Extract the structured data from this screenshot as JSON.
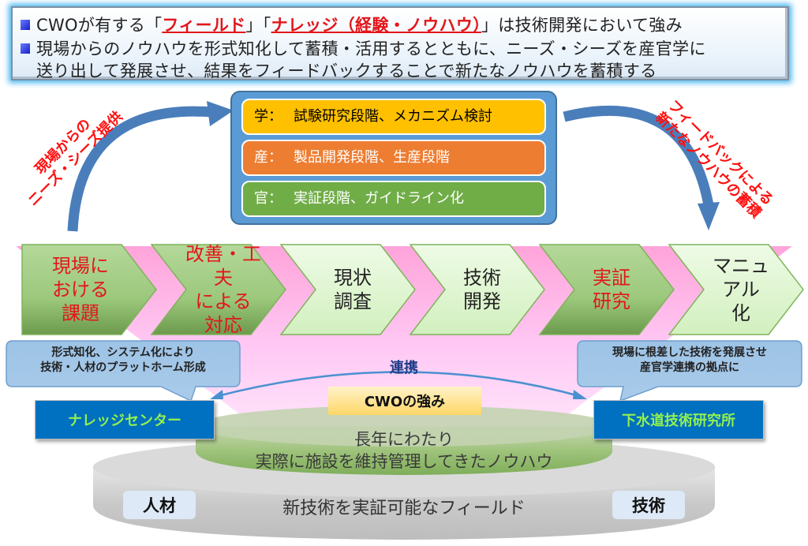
{
  "header": {
    "line1": {
      "prefix": "CWOが有する「",
      "field": "フィールド",
      "mid": "」「",
      "knowledge": "ナレッジ（経験・ノウハウ）",
      "suffix": "」は技術開発において強み"
    },
    "line2": "現場からのノウハウを形式知化して蓄積・活用するとともに、ニーズ・シーズを産官学に",
    "line3": "送り出して発展させ、結果をフィードバックすることで新たなノウハウを蓄積する"
  },
  "left_arc_label": {
    "line1": "現場からの",
    "line2": "ニーズ・シーズ提供"
  },
  "right_arc_label": {
    "line1": "フィードバックによる",
    "line2": "新たなノウハウの蓄積"
  },
  "sectors": [
    {
      "key": "学：",
      "text": "試験研究段階、メカニズム検討",
      "color": "#ffc000"
    },
    {
      "key": "産：",
      "text": "製品開発段階、生産段階",
      "color": "#ed7d31"
    },
    {
      "key": "官：",
      "text": "実証段階、ガイドライン化",
      "color": "#70ad47"
    }
  ],
  "process_steps": [
    {
      "lines": [
        "現場に",
        "おける",
        "課題"
      ],
      "highlight": true
    },
    {
      "lines": [
        "改善・工夫",
        "による",
        "対応"
      ],
      "highlight": true
    },
    {
      "lines": [
        "現状",
        "調査"
      ],
      "highlight": false
    },
    {
      "lines": [
        "技術",
        "開発"
      ],
      "highlight": false
    },
    {
      "lines": [
        "実証",
        "研究"
      ],
      "highlight": true
    },
    {
      "lines": [
        "マニュ",
        "アル",
        "化"
      ],
      "highlight": false
    }
  ],
  "callouts": {
    "left": {
      "line1": "形式知化、システム化により",
      "line2": "技術・人材のプラットホーム形成"
    },
    "right": {
      "line1": "現場に根差した技術を発展させ",
      "line2": "産官学連携の拠点に"
    }
  },
  "link_label": "連携",
  "strength_label": "CWOの強み",
  "knowledge_center": "ナレッジセンター",
  "research_institute": "下水道技術研究所",
  "platform": {
    "upper_line1": "長年にわたり",
    "upper_line2": "実際に施設を維持管理してきたノウハウ",
    "lower": "新技術を実証可能なフィールド",
    "tag_left": "人材",
    "tag_right": "技術"
  },
  "colors": {
    "accent_red": "#e3161b",
    "arrow_blue": "#4f81bd",
    "dark_box": "#0070c0",
    "dark_box_text": "#92f04f",
    "chevron_dark": "#a9d18e",
    "chevron_light": "#e2f5d6",
    "funnel_pink": "#ffc8f4"
  }
}
